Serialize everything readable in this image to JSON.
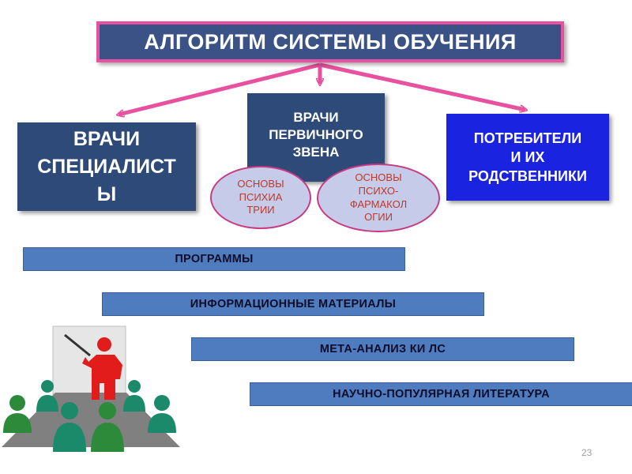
{
  "title": "АЛГОРИТМ СИСТЕМЫ ОБУЧЕНИЯ",
  "boxes": {
    "specialists": "ВРАЧИ\nСПЕЦИАЛИСТ\nЫ",
    "primary": "ВРАЧИ\nПЕРВИЧНОГО\nЗВЕНА",
    "consumers": "ПОТРЕБИТЕЛИ\nИ ИХ\nРОДСТВЕННИКИ"
  },
  "ellipses": {
    "psychiatry": "ОСНОВЫ\nПСИХИА\nТРИИ",
    "pharmacology": "ОСНОВЫ\nПСИХО-\nФАРМАКОЛ\nОГИИ"
  },
  "bars": [
    "ПРОГРАММЫ",
    "ИНФОРМАЦИОННЫЕ МАТЕРИАЛЫ",
    "МЕТА-АНАЛИЗ КИ ЛС",
    "НАУЧНО-ПОПУЛЯРНАЯ ЛИТЕРАТУРА"
  ],
  "slide_number": "23",
  "colors": {
    "accent_pink": "#e8519f",
    "navy": "#2e4a78",
    "blue": "#1a23e0",
    "bar_blue": "#4f7cbf"
  },
  "icons": {
    "clipart": "classroom-lecture-icon"
  }
}
